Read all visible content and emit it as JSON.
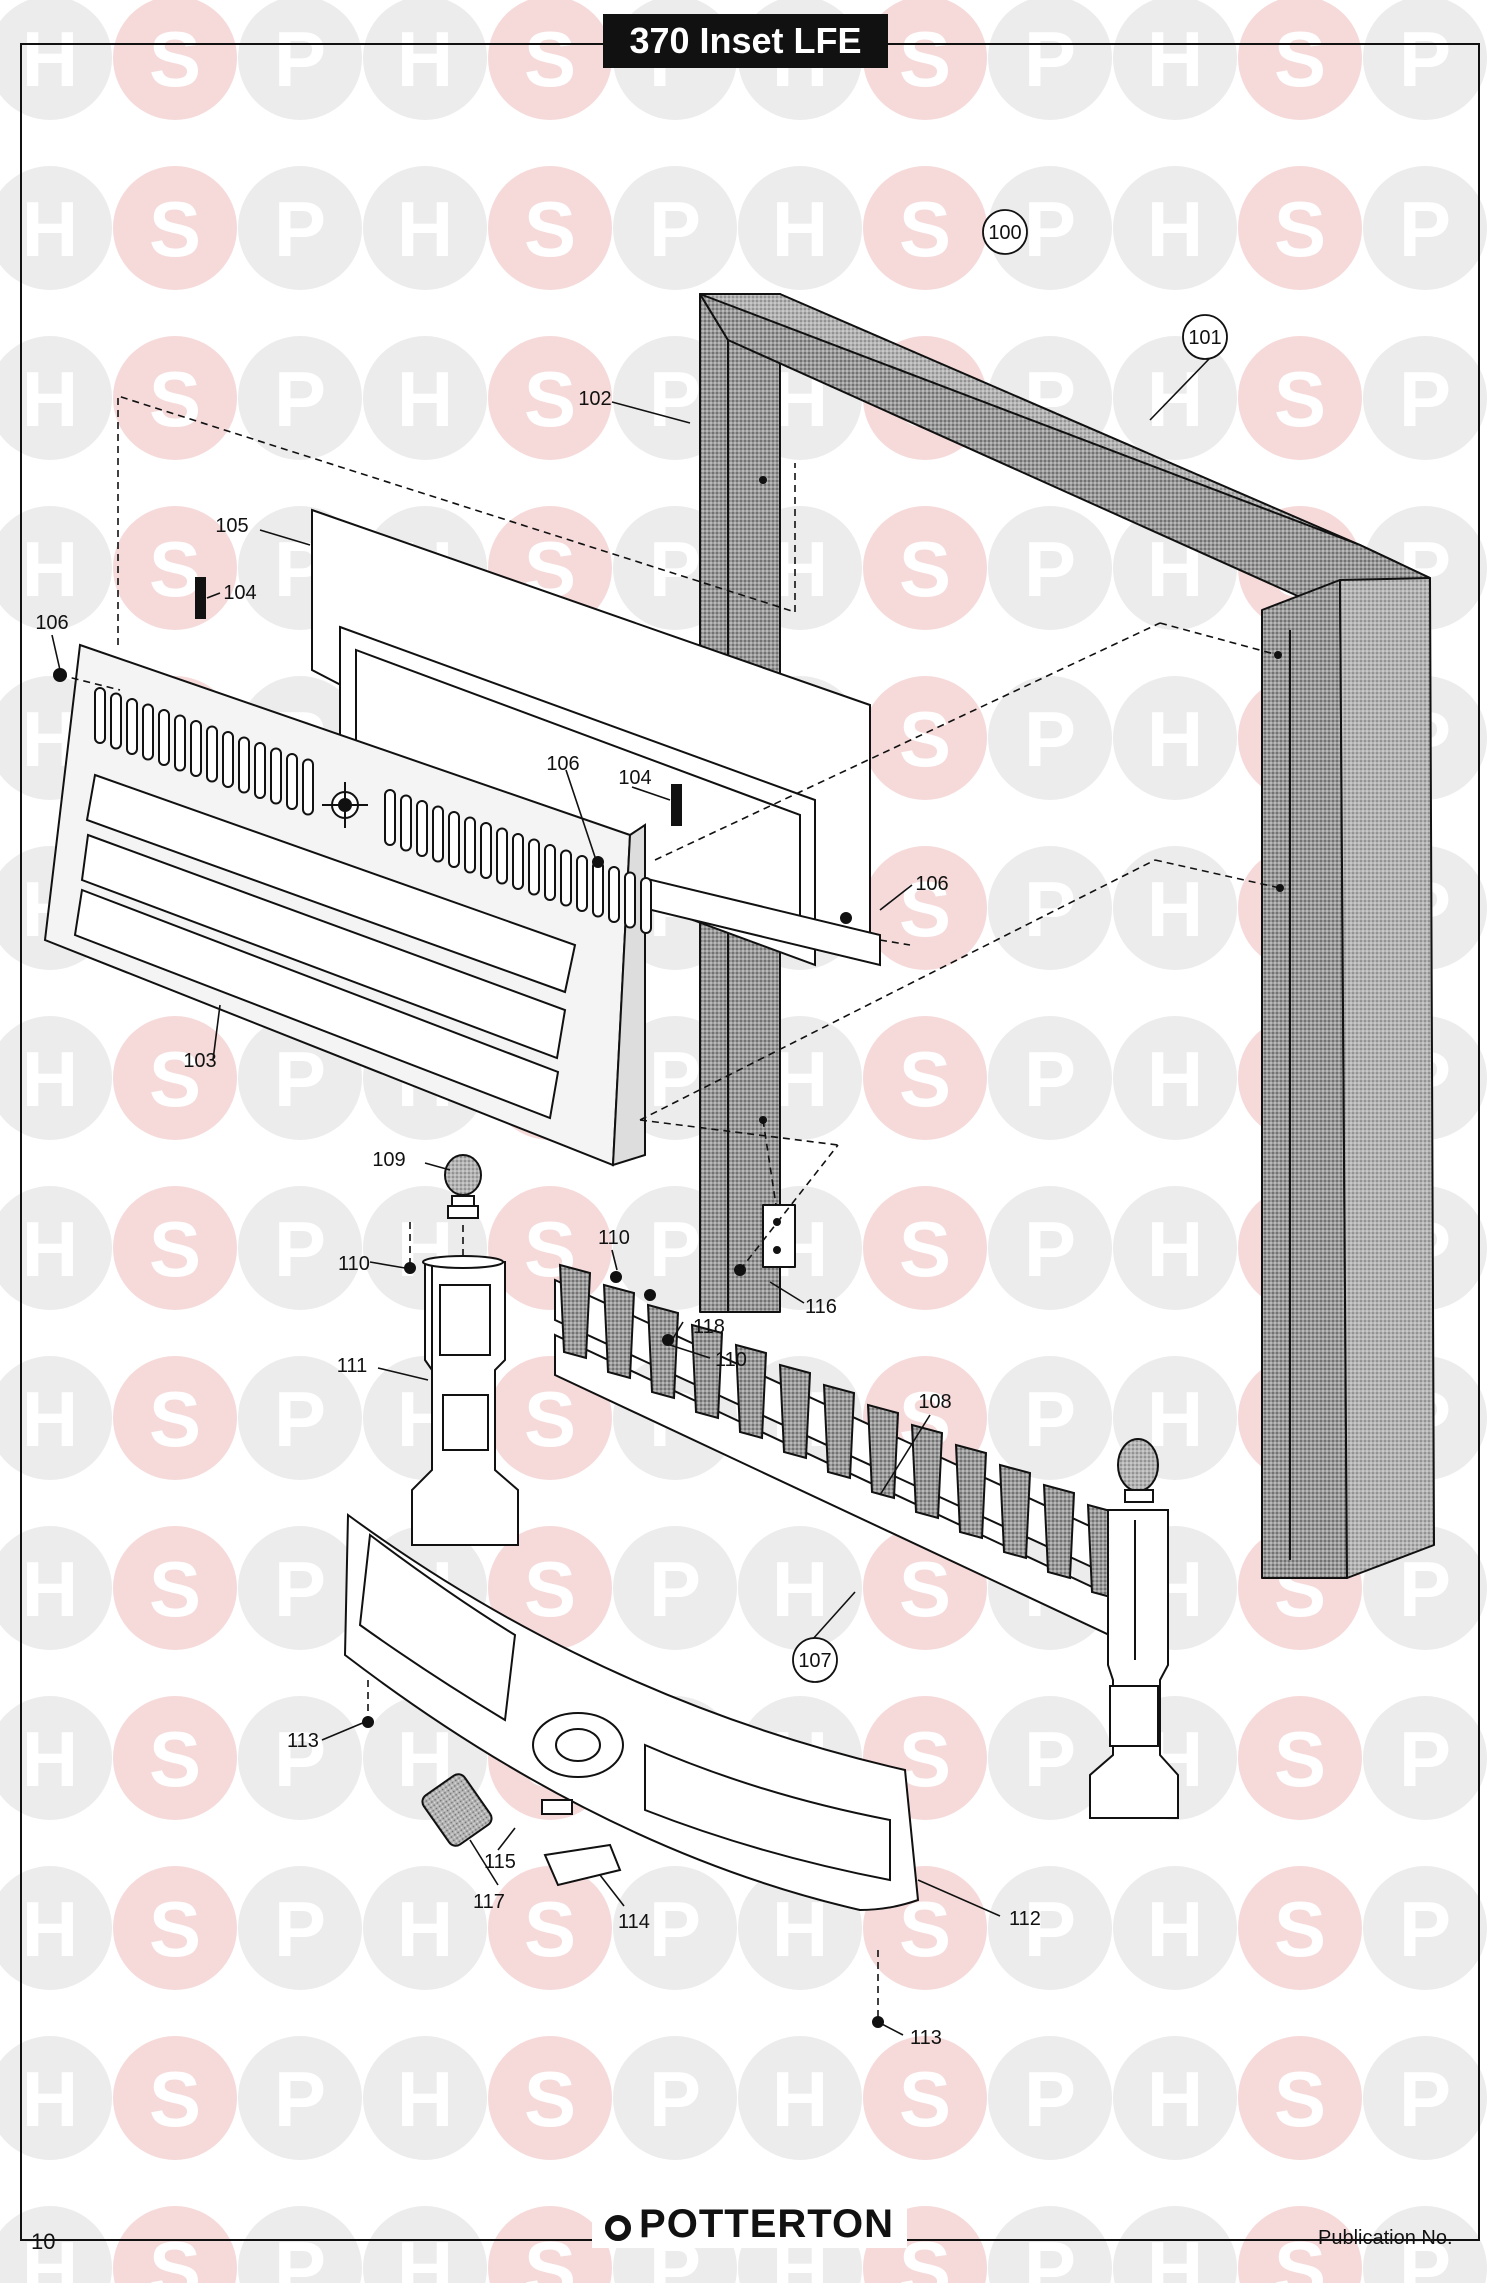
{
  "title": "370 Inset LFE",
  "page_number": "10",
  "brand": "POTTERTON",
  "publication": "Publication No.",
  "watermark_letters": [
    "H",
    "S",
    "P"
  ],
  "colors": {
    "watermark_gray": "#ececec",
    "watermark_pink": "#f6dada",
    "ink": "#111111",
    "title_bg": "#111111"
  },
  "diagram": {
    "labels": {
      "l100": "100",
      "l101": "101",
      "l102": "102",
      "l103": "103",
      "l104a": "104",
      "l104b": "104",
      "l105": "105",
      "l106a": "106",
      "l106b": "106",
      "l106c": "106",
      "l107": "107",
      "l108": "108",
      "l109": "109",
      "l110a": "110",
      "l110b": "110",
      "l110c": "110",
      "l111": "111",
      "l112": "112",
      "l113a": "113",
      "l113b": "113",
      "l114": "114",
      "l115": "115",
      "l116": "116",
      "l117": "117",
      "l118": "118"
    }
  }
}
